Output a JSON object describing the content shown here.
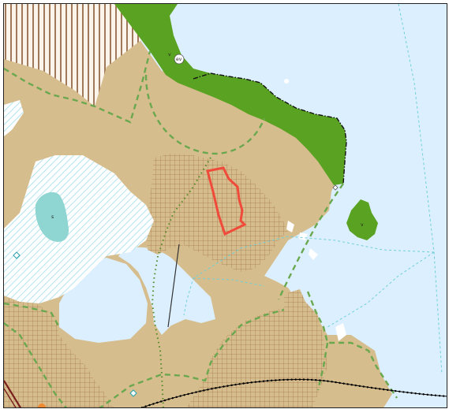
{
  "map": {
    "labels": {
      "lake": "s",
      "coast_forest": "v",
      "coast_marker": "ev",
      "islet": "v"
    },
    "colors": {
      "water": "#dcefff",
      "land": "#d6bd8d",
      "built_hatch": "#a87c4e",
      "forest": "#5aa322",
      "lake": "#8fd6d2",
      "reserve_hatch": "#9fdcea",
      "stripe": "#a0785a",
      "boundary_green": "#6aa84f",
      "site_outline": "#f04a3a",
      "shipping_lane": "#6fd0d6",
      "railway": "#000000"
    }
  }
}
